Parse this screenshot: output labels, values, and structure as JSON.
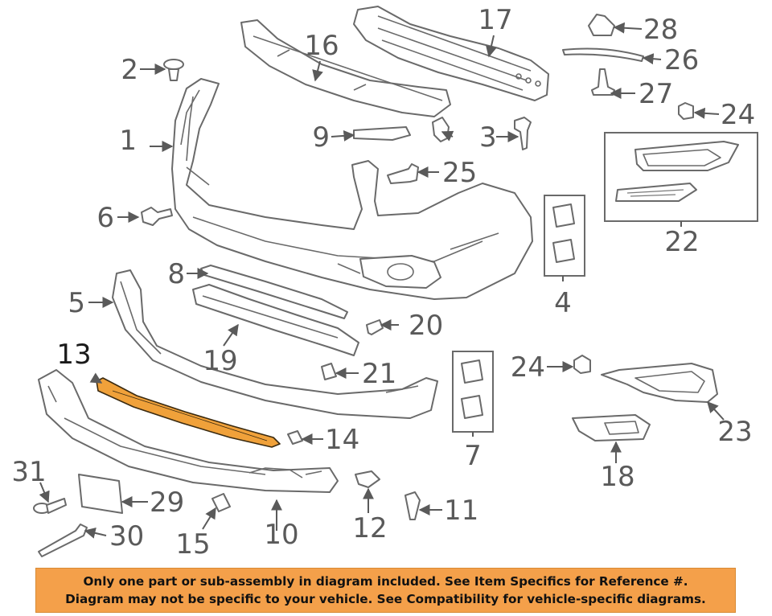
{
  "diagram": {
    "highlight_color": "#f0a13a",
    "labels": [
      "1",
      "2",
      "3",
      "4",
      "5",
      "6",
      "7",
      "8",
      "9",
      "10",
      "11",
      "12",
      "13",
      "14",
      "15",
      "16",
      "17",
      "18",
      "19",
      "20",
      "21",
      "22",
      "23",
      "24",
      "24",
      "25",
      "26",
      "27",
      "28",
      "29",
      "30",
      "31"
    ]
  },
  "notice": {
    "background": "#f4a04a",
    "line1": "Only one part or sub-assembly in diagram included. See Item Specifics for Reference #.",
    "line2": "Diagram may not be specific to your vehicle. See Compatibility for vehicle-specific diagrams."
  }
}
